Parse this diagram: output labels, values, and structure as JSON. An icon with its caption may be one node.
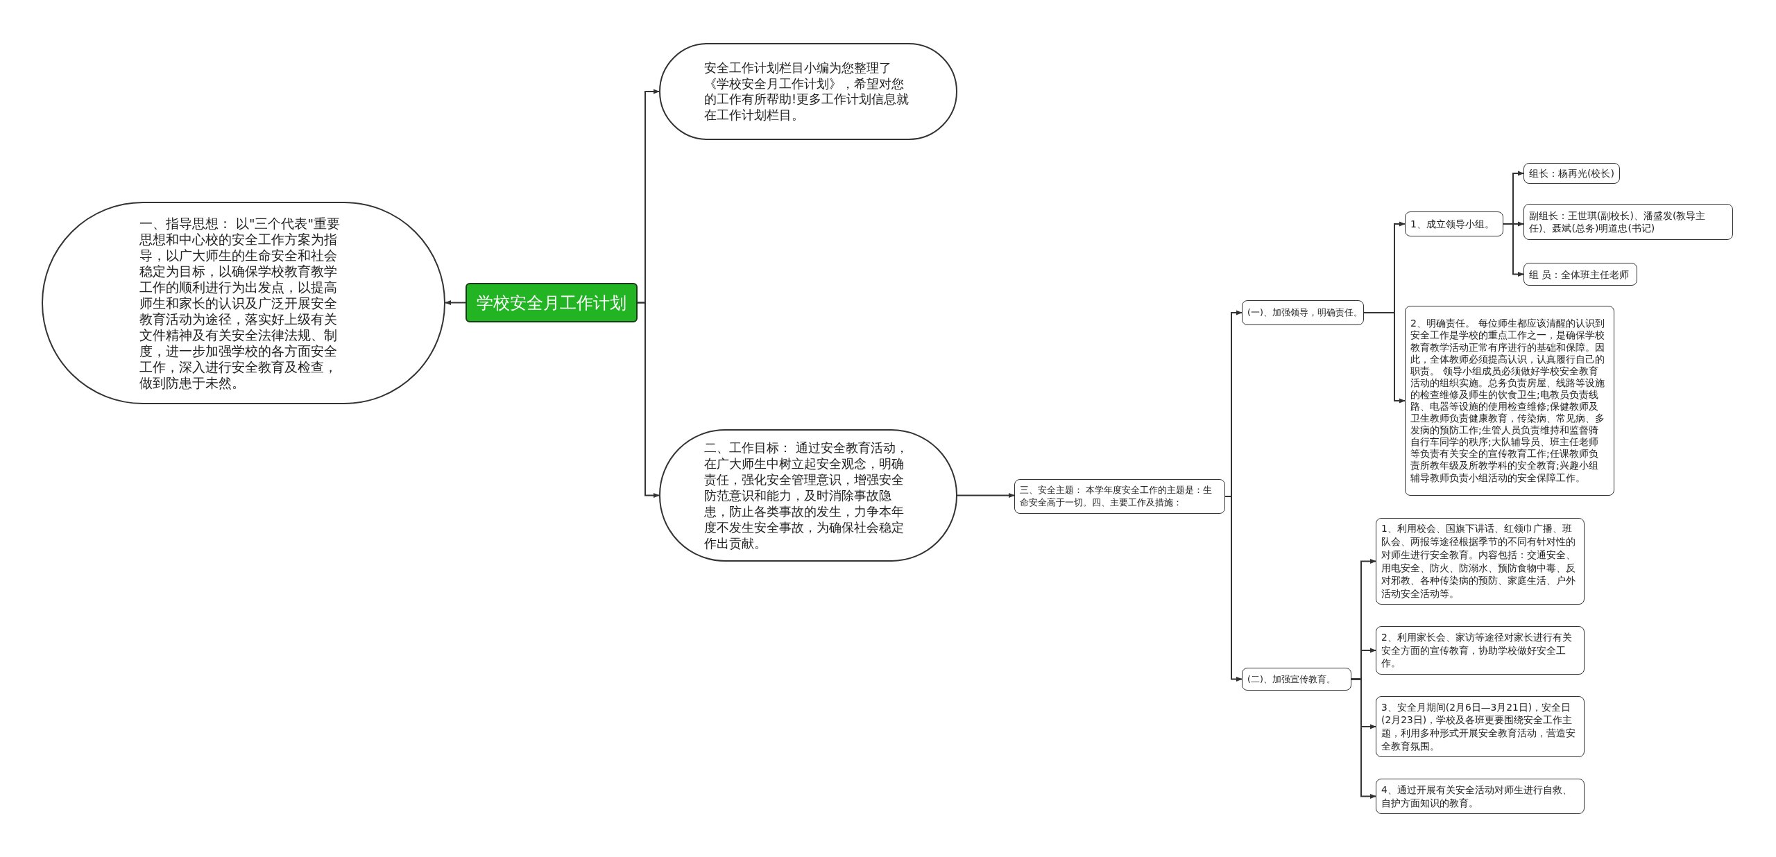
{
  "diagram": {
    "nodes": [
      {
        "text": [
          "学校安全月工作计划"
        ]
      },
      {
        "text": [
          "一、指导思想： 以\"三个代表\"重要思想和中心校的安全工作方案为指导，以广大师生的生命安全和社会稳定为目标，以确保学校教育教学工作的顺利进行为出发点，以提高师生和家长的认识及广泛开展安全教育活动为途径，落实好上级有关文件精神及有关安全法律法规、制度，进一步加强学校的各方面安全工作，深入进行安全教育及检查，做到防患于未然。"
        ]
      },
      {
        "text": [
          "安全工作计划栏目小编为您整理了《学校安全月工作计划》，希望对您的工作有所帮助!更多工作计划信息就在工作计划栏目。"
        ]
      },
      {
        "text": [
          "二、工作目标： 通过安全教育活动，在广大师生中树立起安全观念，明确责任，强化安全管理意识，增强安全防范意识和能力，及时消除事故隐患，防止各类事故的发生，力争本年度不发生安全事故，为确保社会稳定作出贡献。"
        ]
      },
      {
        "text": [
          "三、安全主题： 本学年度安全工作的主题是：生命安全高于一切。四、主要工作及措施："
        ]
      },
      {
        "text": [
          "(一)、加强领导，明确责任。"
        ]
      },
      {
        "text": [
          "1、成立领导小组。"
        ]
      },
      {
        "text": [
          "组长：杨再光(校长)"
        ]
      },
      {
        "text": [
          "副组长：王世琪(副校长)、潘盛发(教导主任)、聂斌(总务)明道忠(书记)"
        ]
      },
      {
        "text": [
          "组 员：全体班主任老师"
        ]
      },
      {
        "text": [
          "2、明确责任。 每位师生都应该清醒的认识到安全工作是学校的重点工作之一，是确保学校教育教学活动正常有序进行的基础和保障。因此，全体教师必须提高认识，认真履行自己的职责。 领导小组成员必须做好学校安全教育活动的组织实施。总务负责房屋、线路等设施的检查维修及师生的饮食卫生;电教员负责线路、电器等设施的使用检查维修;保健教师及卫生教师负责健康教育，传染病、常见病、多发病的预防工作;生管人员负责维持和监督骑自行车同学的秩序;大队辅导员、班主任老师等负责有关安全的宣传教育工作;任课教师负责所教年级及所教学科的安全教育;兴趣小组辅导教师负责小组活动的安全保障工作。"
        ]
      },
      {
        "text": [
          "(二)、加强宣传教育。"
        ]
      },
      {
        "text": [
          "1、利用校会、国旗下讲话、红领巾广播、班队会、两报等途径根据季节的不同有针对性的对师生进行安全教育。内容包括：交通安全、用电安全、防火、防溺水、预防食物中毒、反对邪教、各种传染病的预防、家庭生活、户外活动安全活动等。"
        ]
      },
      {
        "text": [
          "2、利用家长会、家访等途径对家长进行有关安全方面的宣传教育，协助学校做好安全工作。"
        ]
      },
      {
        "text": [
          "3、安全月期间(2月6日—3月21日)，安全日(2月23日)，学校及各班更要围绕安全工作主题，利用多种形式开展安全教育活动，营造安全教育氛围。"
        ]
      },
      {
        "text": [
          "4、通过开展有关安全活动对师生进行自救、自护方面知识的教育。"
        ]
      }
    ],
    "edges": [
      {
        "from": 0,
        "to": 1,
        "arrow": "to"
      },
      {
        "from": 0,
        "to": 2,
        "arrow": "to"
      },
      {
        "from": 0,
        "to": 3,
        "arrow": "to"
      },
      {
        "from": 3,
        "to": 4,
        "arrow": "to"
      },
      {
        "from": 4,
        "to": 5,
        "arrow": "to"
      },
      {
        "from": 4,
        "to": 11,
        "arrow": "to"
      },
      {
        "from": 5,
        "to": 6,
        "arrow": "to"
      },
      {
        "from": 5,
        "to": 10,
        "arrow": "to"
      },
      {
        "from": 6,
        "to": 7,
        "arrow": "to"
      },
      {
        "from": 6,
        "to": 8,
        "arrow": "to"
      },
      {
        "from": 6,
        "to": 9,
        "arrow": "to"
      },
      {
        "from": 11,
        "to": 12,
        "arrow": "to"
      },
      {
        "from": 11,
        "to": 13,
        "arrow": "to"
      },
      {
        "from": 11,
        "to": 14,
        "arrow": "to"
      },
      {
        "from": 11,
        "to": 15,
        "arrow": "to"
      }
    ]
  }
}
